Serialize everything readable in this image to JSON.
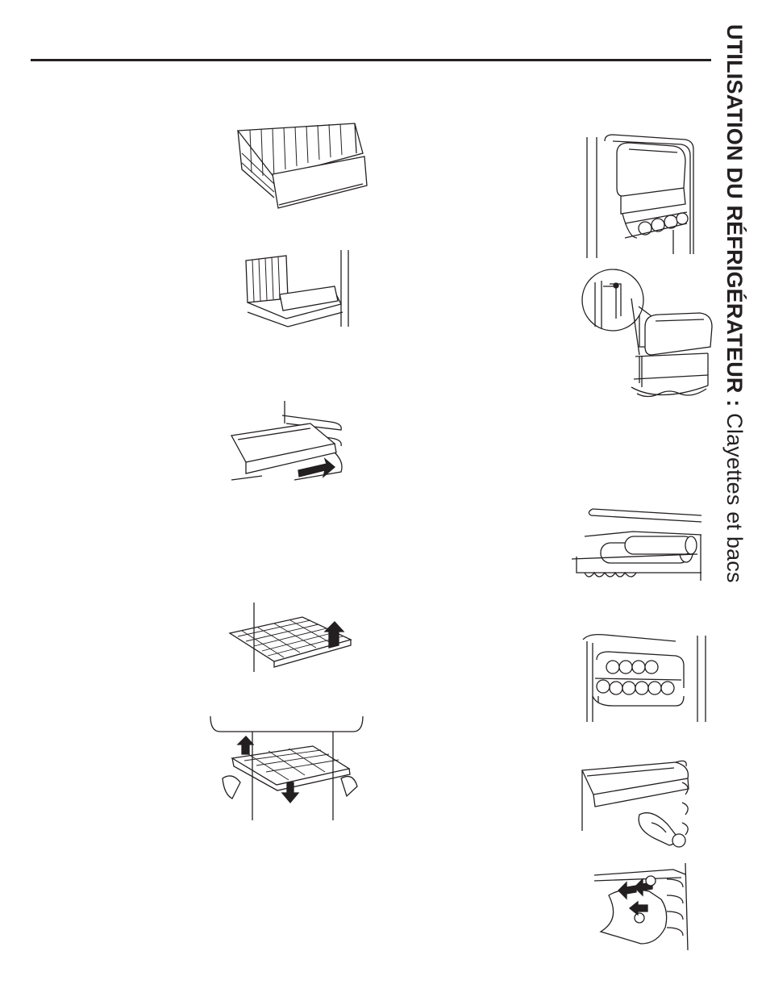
{
  "header": {
    "title_strong": "UTILISATION DU RÉFRIGÉRATEUR :",
    "title_light": " Clayettes et bacs"
  },
  "colors": {
    "ink": "#231f20",
    "paper": "#ffffff"
  },
  "figures": [
    "wire-basket-with-front",
    "basket-on-rails",
    "glass-shelf-slide-out",
    "wire-shelf-lift",
    "wire-shelf-tilt-remove",
    "door-bin-with-can-rack",
    "can-rack-detach-detail",
    "can-dispenser-shelf",
    "door-can-holder",
    "shelf-edge-with-hand",
    "slide-out-clip-hand"
  ]
}
